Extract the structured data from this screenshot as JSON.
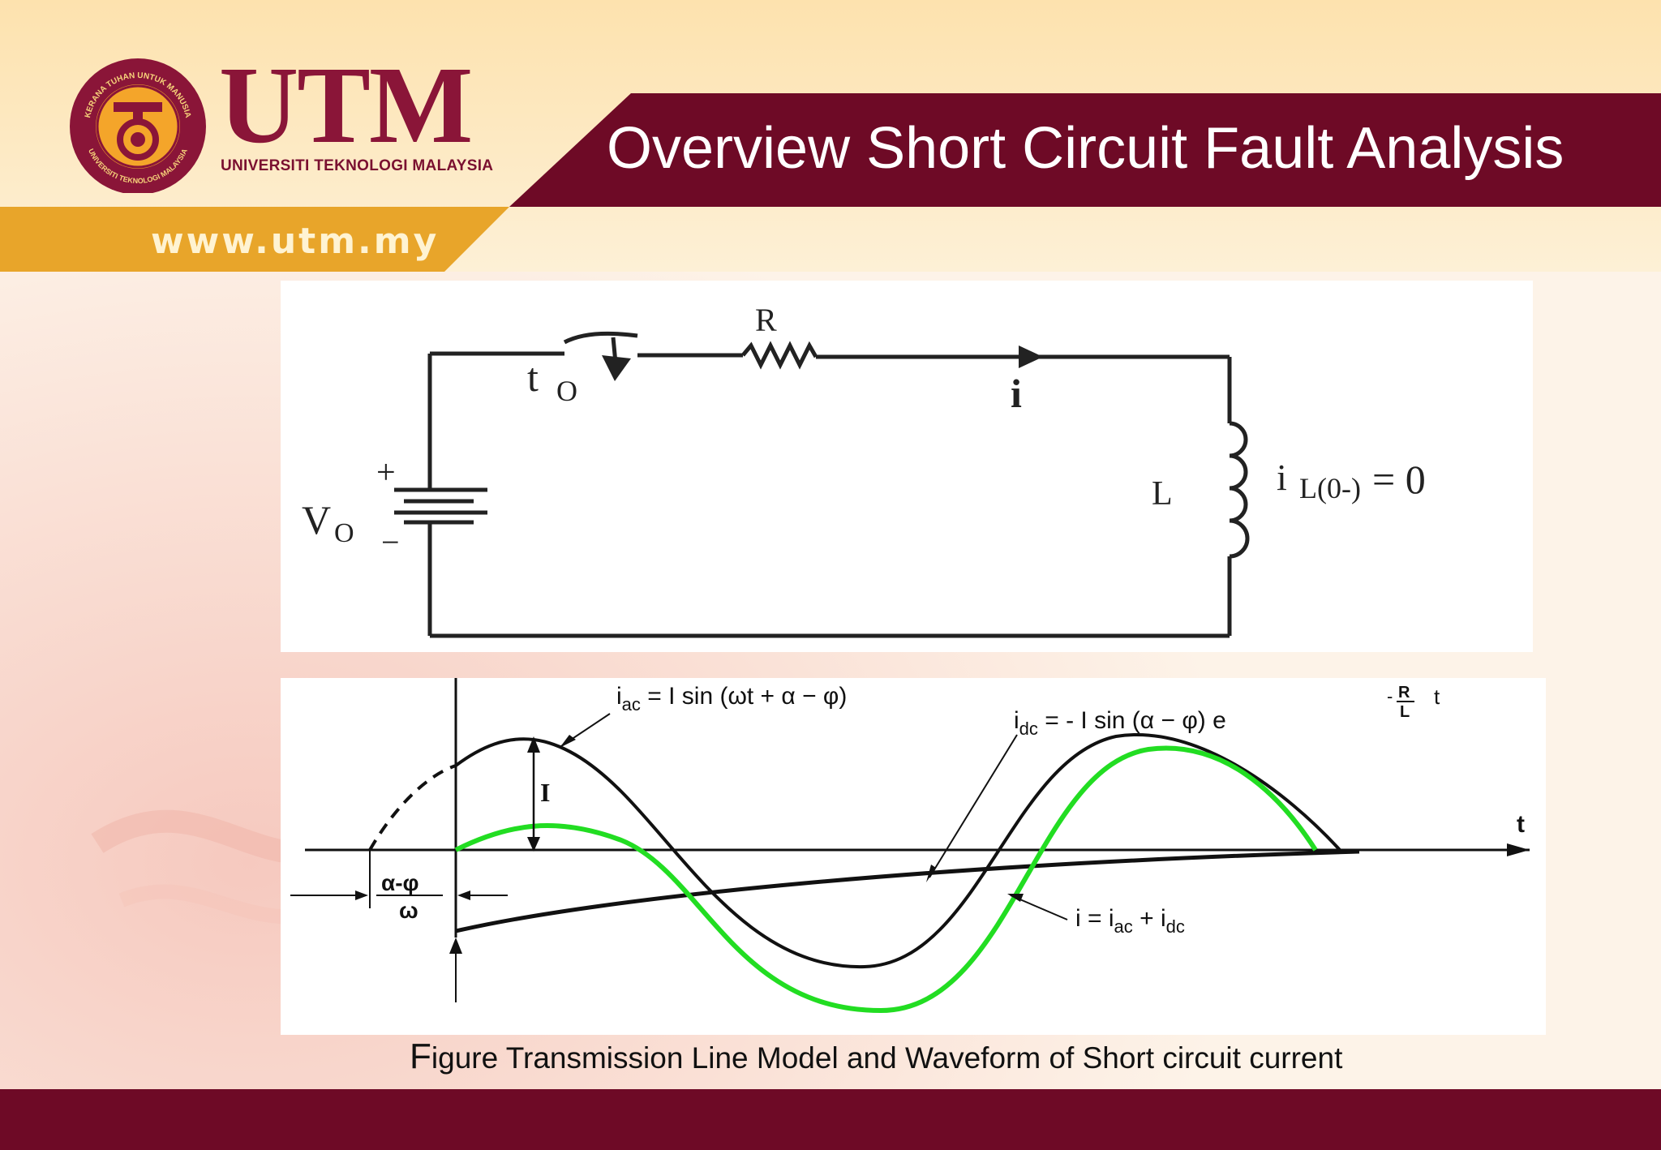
{
  "slide": {
    "title": "Overview Short Circuit Fault Analysis",
    "logo_text": "UTM",
    "logo_subtitle": "UNIVERSITI TEKNOLOGI MALAYSIA",
    "seal_text_top": "KERANA TUHAN UNTUK MANUSIA",
    "seal_text_bottom": "UNIVERSITI TEKNOLOGI MALAYSIA",
    "website": "www.utm.my",
    "caption_first": "F",
    "caption_rest": "igure  Transmission Line Model and Waveform of Short circuit current"
  },
  "circuit": {
    "resistor_label": "R",
    "switch_label_main": "t",
    "switch_label_sub": "O",
    "current_label": "i",
    "source_label_main": "V",
    "source_label_sub": "O",
    "plus": "+",
    "minus": "−",
    "inductor_label": "L",
    "initial_label_i": "i",
    "initial_label_sub": "L(0-)",
    "initial_label_eq": "= 0"
  },
  "waveform": {
    "iac_eq": "i",
    "iac_sub": "ac",
    "iac_rest": " = I  sin (ωt + α − φ)",
    "idc_eq": "i",
    "idc_sub": "dc",
    "idc_rest": " = - I  sin (α − φ) e",
    "exp_minus": "-",
    "exp_num": "R",
    "exp_den": "L",
    "exp_t": "t",
    "amplitude_label": "I",
    "time_axis_label": "t",
    "phase_num": "α-φ",
    "phase_den": "ω",
    "sum_eq_pre": "i = i",
    "sum_sub1": "ac",
    "sum_mid": " + i",
    "sum_sub2": "dc"
  },
  "colors": {
    "maroon": "#6e0a26",
    "gold": "#e8a52a",
    "cream": "#fbe5b8",
    "green": "#22dd22"
  }
}
